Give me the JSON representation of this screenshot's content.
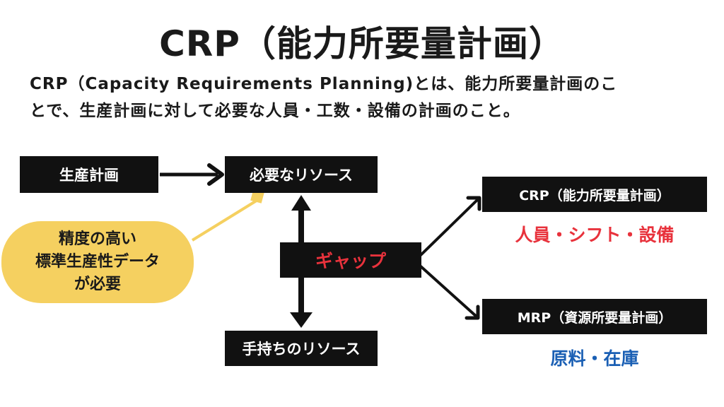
{
  "title": "CRP（能力所要量計画）",
  "description": [
    "CRP（Capacity Requirements Planning)とは、能力所要量計画のこ",
    "とで、生産計画に対して必要な人員・工数・設備の計画のこと。"
  ],
  "nodes": {
    "production_plan": "生産計画",
    "required_resources": "必要なリソース",
    "on_hand_resources": "手持ちのリソース",
    "gap": "ギャップ",
    "crp": "CRP（能力所要量計画）",
    "mrp": "MRP（資源所要量計画）"
  },
  "callout": [
    "精度の高い",
    "標準生産性データ",
    "が必要"
  ],
  "outputs": {
    "crp": "人員・シフト・設備",
    "mrp": "原料・在庫"
  },
  "colors": {
    "box": "#111111",
    "gap_text": "#e8323c",
    "crp_output": "#e8323c",
    "mrp_output": "#1a5fb4",
    "callout": "#f5d060"
  }
}
